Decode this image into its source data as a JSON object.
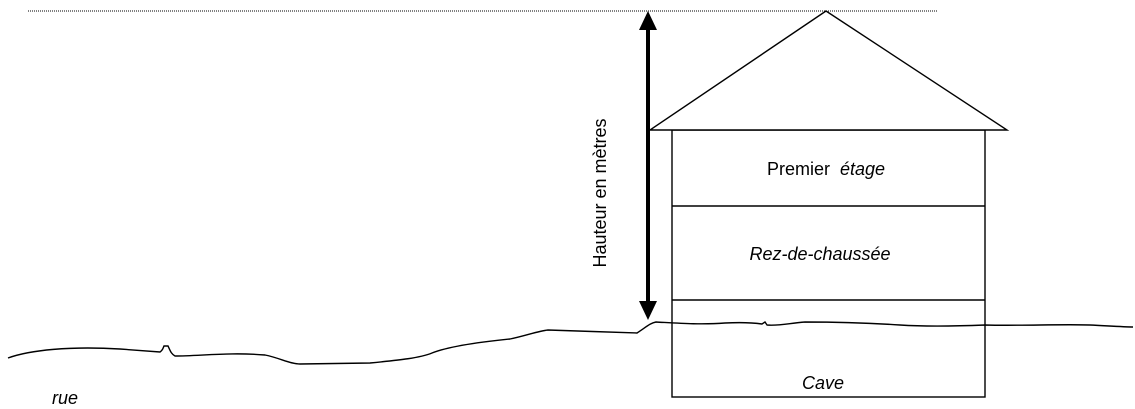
{
  "diagram": {
    "height_label": "Hauteur en mètres",
    "floors": {
      "first_floor": {
        "word1": "Premier",
        "word2": "étage"
      },
      "ground_floor": "Rez-de-chaussée",
      "cellar": "Cave"
    },
    "street_label": "rue"
  },
  "colors": {
    "stroke": "#000000",
    "background": "#ffffff"
  }
}
